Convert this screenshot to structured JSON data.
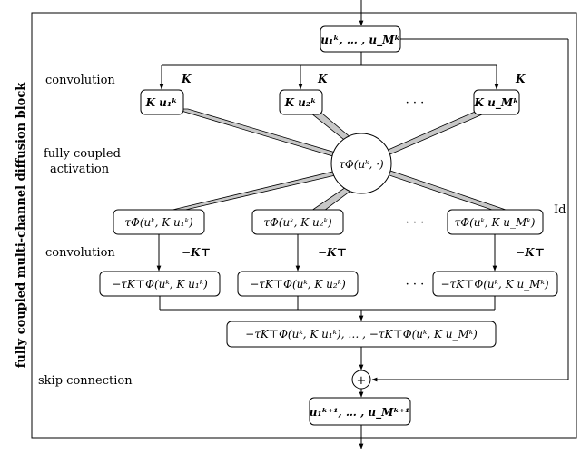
{
  "block_title": "fully coupled multi-channel diffusion block",
  "stage_labels": {
    "convolution_1": "convolution",
    "activation_line1": "fully coupled",
    "activation_line2": "activation",
    "convolution_2": "convolution",
    "skip": "skip connection"
  },
  "nodes": {
    "input": "u₁ᵏ, … , u_Mᵏ",
    "conv1": [
      "K u₁ᵏ",
      "K u₂ᵏ",
      "K u_Mᵏ"
    ],
    "activation": "τΦ(uᵏ, ·)",
    "act_outputs": [
      "τΦ(uᵏ, K u₁ᵏ)",
      "τΦ(uᵏ, K u₂ᵏ)",
      "τΦ(uᵏ, K u_Mᵏ)"
    ],
    "conv2": [
      "−τK⊤Φ(uᵏ, K u₁ᵏ)",
      "−τK⊤Φ(uᵏ, K u₂ᵏ)",
      "−τK⊤Φ(uᵏ, K u_Mᵏ)"
    ],
    "concat": "−τK⊤Φ(uᵏ, K u₁ᵏ), … , −τK⊤Φ(uᵏ, K u_Mᵏ)",
    "sum": "+",
    "output": "u₁ᵏ⁺¹, … , u_Mᵏ⁺¹"
  },
  "edge_labels": {
    "K": "K",
    "minus_KT": "−K⊤",
    "id": "Id"
  },
  "ellipsis": "· · ·",
  "caption_fragment": ""
}
